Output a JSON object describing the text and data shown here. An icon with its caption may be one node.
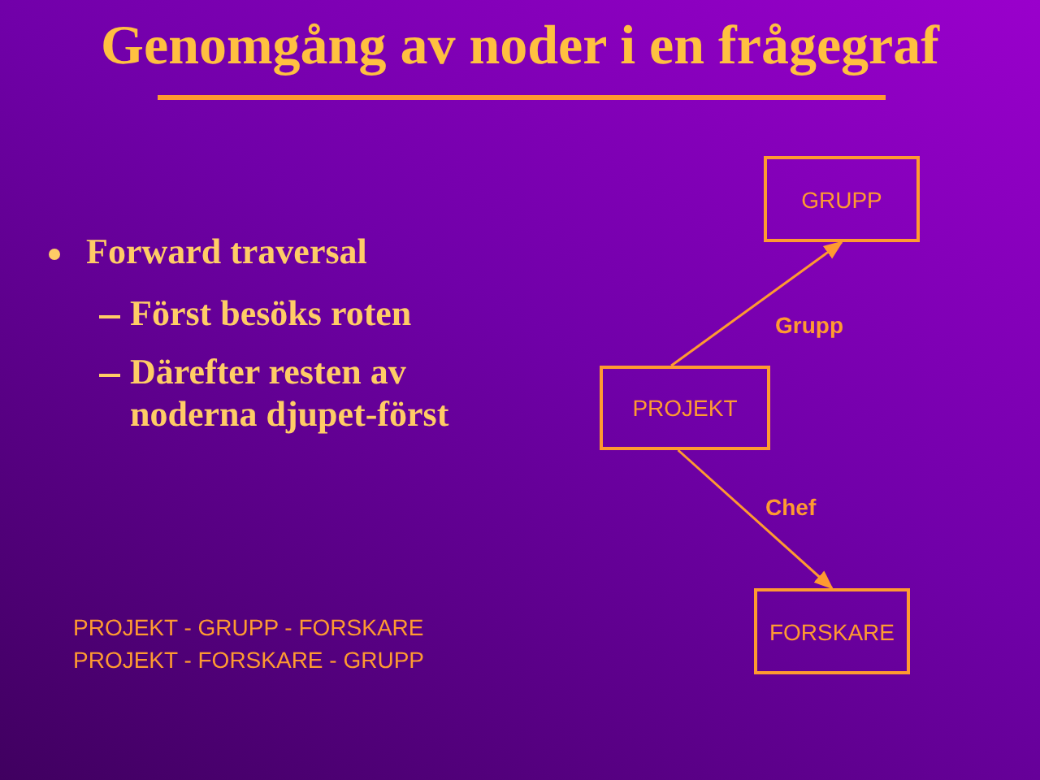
{
  "diagram": {
    "title": "Genomgång av noder i en frågegraf",
    "nodes": [
      {
        "text": [
          "GRUPP"
        ]
      },
      {
        "text": [
          "PROJEKT"
        ]
      },
      {
        "text": [
          "FORSKARE"
        ]
      }
    ],
    "edges": [
      {
        "from": 1,
        "to": 0,
        "arrow": "to",
        "label": "Grupp"
      },
      {
        "from": 1,
        "to": 2,
        "arrow": "to",
        "label": "Chef"
      }
    ],
    "labels": [
      "Forward traversal",
      "Först besöks roten",
      "Därefter resten av noderna djupet-först",
      "PROJEKT - GRUPP - FORSKARE",
      "PROJEKT - FORSKARE - GRUPP"
    ]
  }
}
